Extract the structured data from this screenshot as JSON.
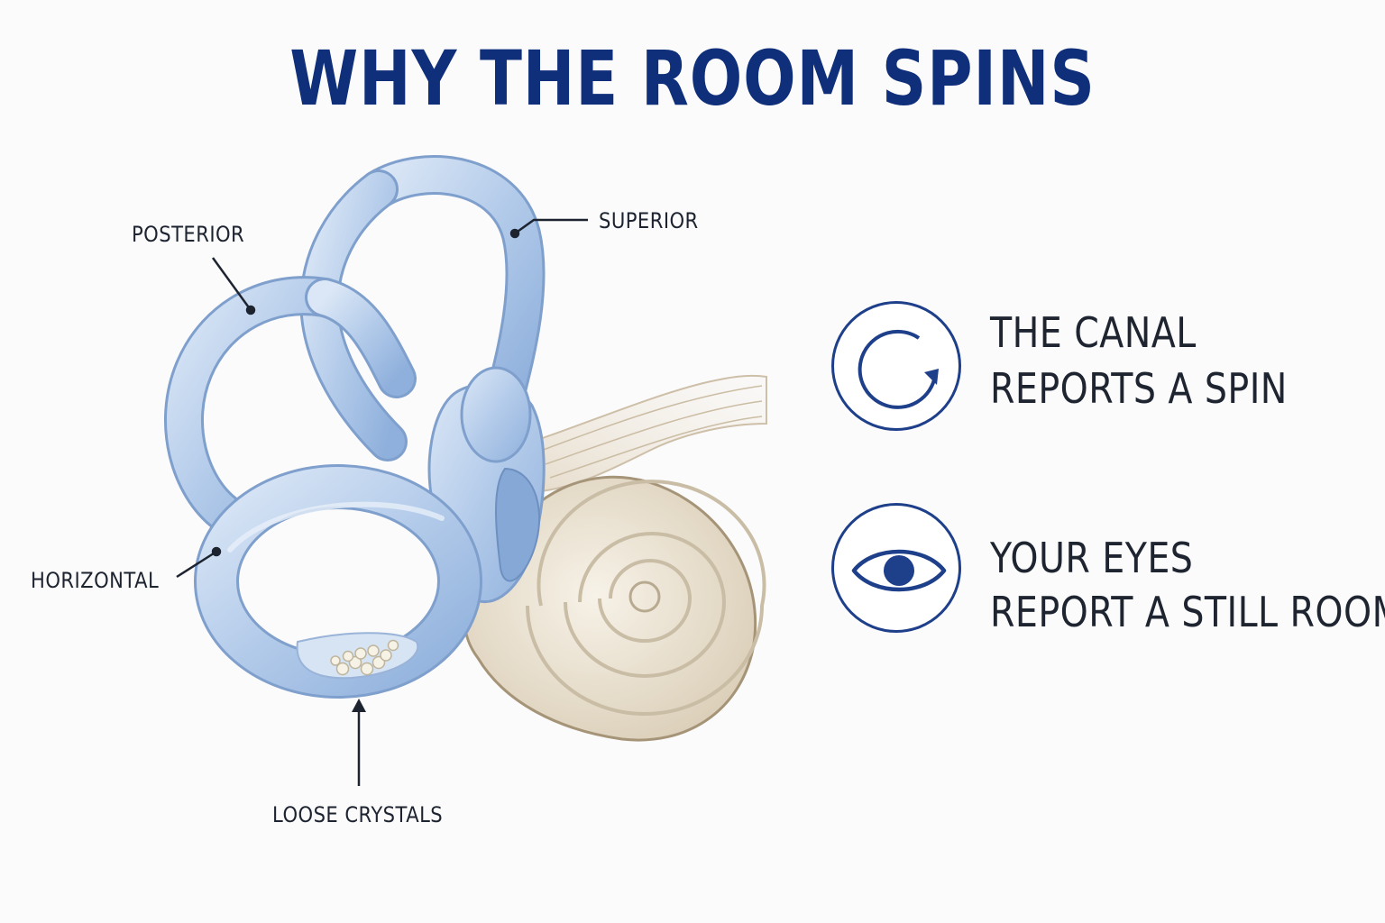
{
  "title": "WHY THE ROOM SPINS",
  "labels": {
    "posterior": "POSTERIOR",
    "superior": "SUPERIOR",
    "horizontal": "HORIZONTAL",
    "crystals": "LOOSE CRYSTALS"
  },
  "info": [
    {
      "icon": "rotate-arrow-icon",
      "line1": "THE CANAL",
      "line2": "REPORTS A SPIN"
    },
    {
      "icon": "eye-icon",
      "line1": "YOUR EYES",
      "line2": "REPORT A STILL ROOM"
    }
  ],
  "colors": {
    "title": "#0f2f7a",
    "icon_stroke": "#1e3f8a",
    "canal_blue": "#b7cde9",
    "cochlea_cream": "#ece3d3"
  }
}
